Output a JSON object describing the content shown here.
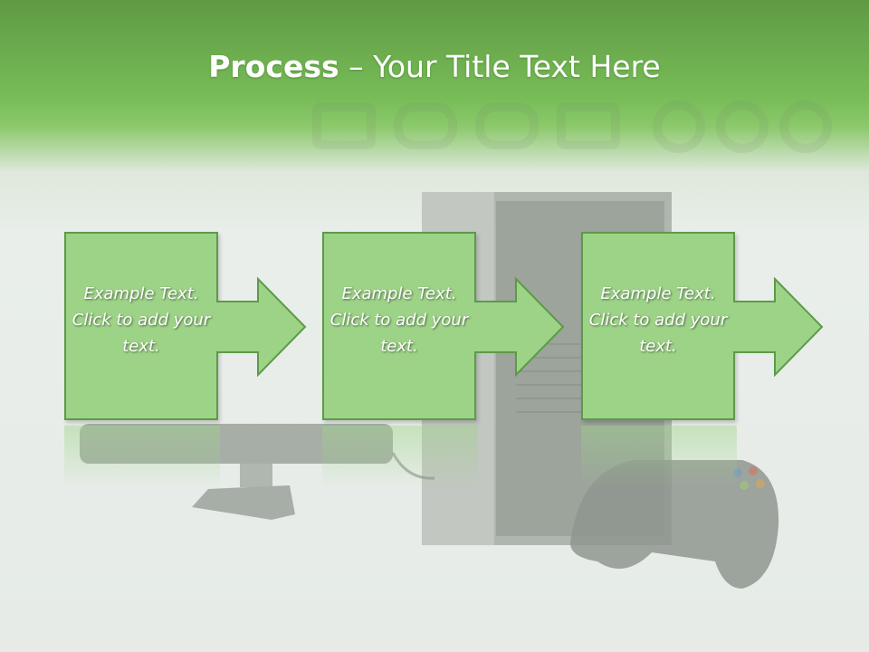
{
  "slide": {
    "title_bold": "Process",
    "title_rest": " – Your Title Text Here"
  },
  "steps": [
    {
      "text": "Example Text. Click  to add your text."
    },
    {
      "text": "Example Text. Click  to add your text."
    },
    {
      "text": "Example Text. Click  to add your text."
    }
  ],
  "colors": {
    "header_green": "#78bd58",
    "box_fill": "#9dd387",
    "box_border": "#5d9a48",
    "text": "#ffffff"
  },
  "background_image": {
    "subject": "game-console-with-controller-and-sensor"
  }
}
